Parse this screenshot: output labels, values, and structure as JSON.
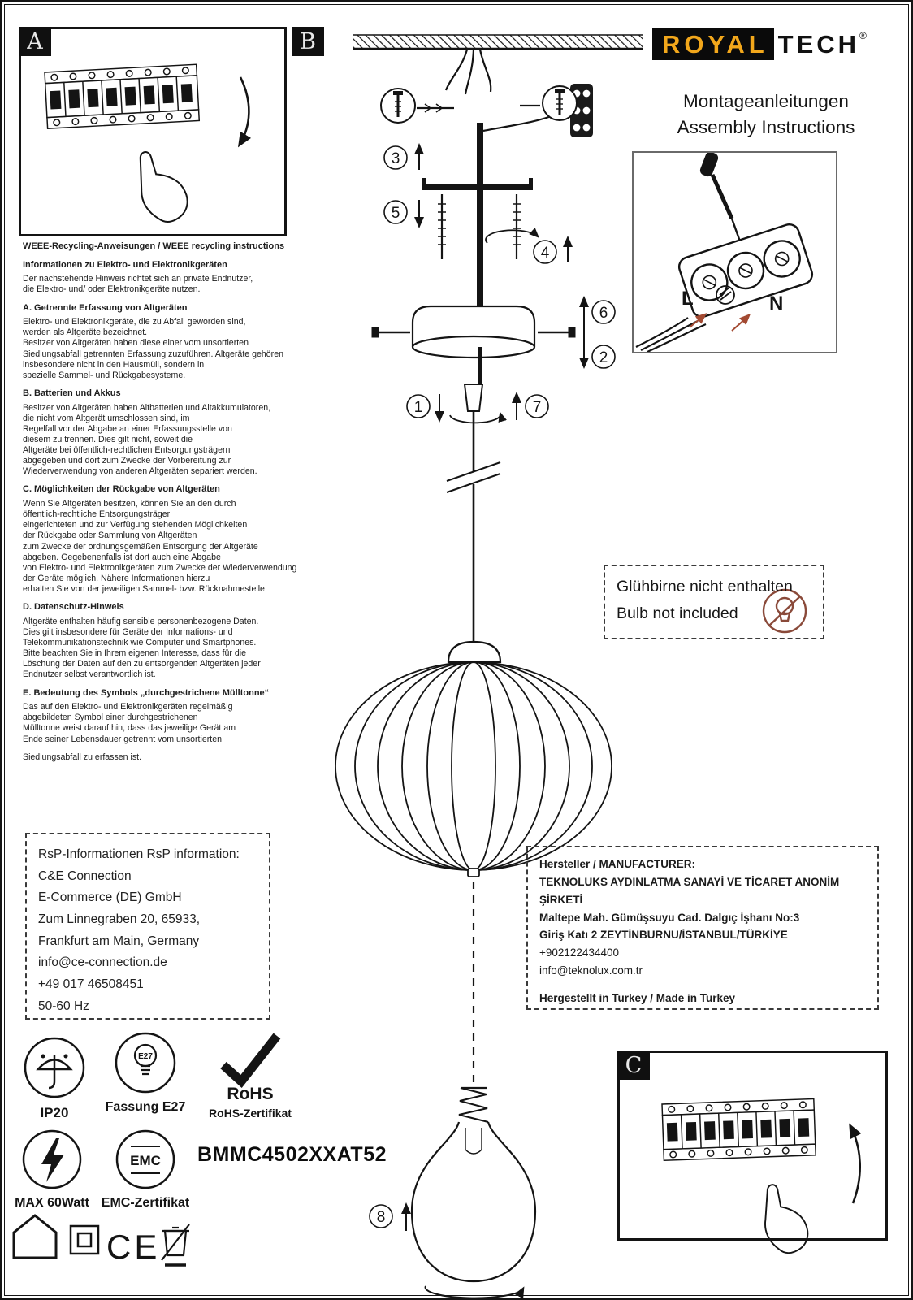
{
  "brand": {
    "royal": "ROYAL",
    "tech": "TECH",
    "reg": "®"
  },
  "title": {
    "de": "Montageanleitungen",
    "en": "Assembly Instructions"
  },
  "panel_labels": {
    "a": "A",
    "b": "B",
    "c": "C"
  },
  "steps": [
    "1",
    "2",
    "3",
    "4",
    "5",
    "6",
    "7",
    "8"
  ],
  "terminal": {
    "l": "L",
    "n": "N"
  },
  "weee": {
    "header": "WEEE-Recycling-Anweisungen / WEEE recycling instructions",
    "sections": [
      {
        "heading": "Informationen zu Elektro- und Elektronikgeräten",
        "body": "Der nachstehende Hinweis richtet sich an private Endnutzer,\n die Elektro- und/ oder Elektronikgeräte nutzen."
      },
      {
        "heading": "A. Getrennte Erfassung von Altgeräten",
        "body": "Elektro- und Elektronikgeräte, die zu Abfall geworden sind,\nwerden als Altgeräte bezeichnet.\nBesitzer von Altgeräten haben diese einer vom unsortierten\nSiedlungsabfall getrennten Erfassung zuzuführen. Altgeräte gehören\ninsbesondere nicht in den Hausmüll, sondern in\nspezielle Sammel- und Rückgabesysteme."
      },
      {
        "heading": "B. Batterien und Akkus",
        "body": "Besitzer von Altgeräten haben Altbatterien und Altakkumulatoren,\n die nicht vom Altgerät umschlossen sind, im\nRegelfall vor der Abgabe an einer Erfassungsstelle von\ndiesem zu trennen. Dies gilt nicht, soweit die\nAltgeräte bei öffentlich-rechtlichen Entsorgungsträgern\nabgegeben und dort zum Zwecke der Vorbereitung zur\nWiederverwendung von anderen Altgeräten separiert werden."
      },
      {
        "heading": "C. Möglichkeiten der Rückgabe von Altgeräten",
        "body": "Wenn Sie Altgeräten besitzen, können Sie an den durch\nöffentlich-rechtliche Entsorgungsträger\neingerichteten und zur Verfügung stehenden Möglichkeiten\nder Rückgabe oder Sammlung von Altgeräten\n zum Zwecke der ordnungsgemäßen Entsorgung der Altgeräte\nabgeben. Gegebenenfalls ist dort auch eine Abgabe\n von Elektro- und Elektronikgeräten zum Zwecke der Wiederverwendung\nder Geräte möglich. Nähere Informationen hierzu\nerhalten Sie von der jeweiligen Sammel- bzw. Rücknahmestelle."
      },
      {
        "heading": "D. Datenschutz-Hinweis",
        "body": "Altgeräte enthalten häufig sensible personenbezogene Daten.\nDies gilt insbesondere für Geräte der Informations- und\nTelekommunikationstechnik wie Computer und Smartphones.\nBitte beachten Sie in Ihrem eigenen Interesse, dass für die\nLöschung der Daten auf den zu entsorgenden Altgeräten jeder\nEndnutzer selbst verantwortlich ist."
      },
      {
        "heading": "E. Bedeutung des Symbols „durchgestrichene Mülltonne“",
        "body": "Das auf den Elektro- und Elektronikgeräten regelmäßig\n abgebildeten Symbol einer durchgestrichenen\nMülltonne weist darauf hin, dass das jeweilige Gerät am\nEnde seiner Lebensdauer getrennt vom unsortierten"
      },
      {
        "heading": "",
        "body": "Siedlungsabfall zu erfassen ist."
      }
    ]
  },
  "bulb_note": {
    "de": "Glühbirne nicht enthalten",
    "en": "Bulb not included"
  },
  "rsp": {
    "lines": [
      "RsP-Informationen RsP information:",
      "C&E Connection",
      "E-Commerce (DE) GmbH",
      "Zum Linnegraben 20, 65933,",
      "Frankfurt am Main, Germany",
      "info@ce-connection.de",
      "+49 017 46508451",
      "50-60 Hz"
    ]
  },
  "manufacturer": {
    "lines": [
      "Hersteller / MANUFACTURER:",
      "TEKNOLUKS AYDINLATMA SANAYİ VE TİCARET ANONİM ŞİRKETİ",
      "Maltepe Mah. Gümüşsuyu Cad. Dalgıç İşhanı No:3",
      "Giriş Katı 2 ZEYTİNBURNU/İSTANBUL/TÜRKİYE",
      "+902122434400",
      "info@teknolux.com.tr",
      "Hergestellt in Turkey / Made in Turkey"
    ]
  },
  "certs": {
    "ip": "IP20",
    "socket_label": "Fassung E27",
    "socket_mark": "E27",
    "rohs": "RoHS",
    "rohs_cert": "RoHS-Zertifikat",
    "max_watt": "MAX 60Watt",
    "emc": "EMC",
    "emc_cert": "EMC-Zertifikat",
    "ce": "CE",
    "product_code": "BMMC4502XXAT52"
  },
  "colors": {
    "brand_yellow": "#F2A71B",
    "ink": "#1a1a1a",
    "accent_red": "#A34A32"
  }
}
